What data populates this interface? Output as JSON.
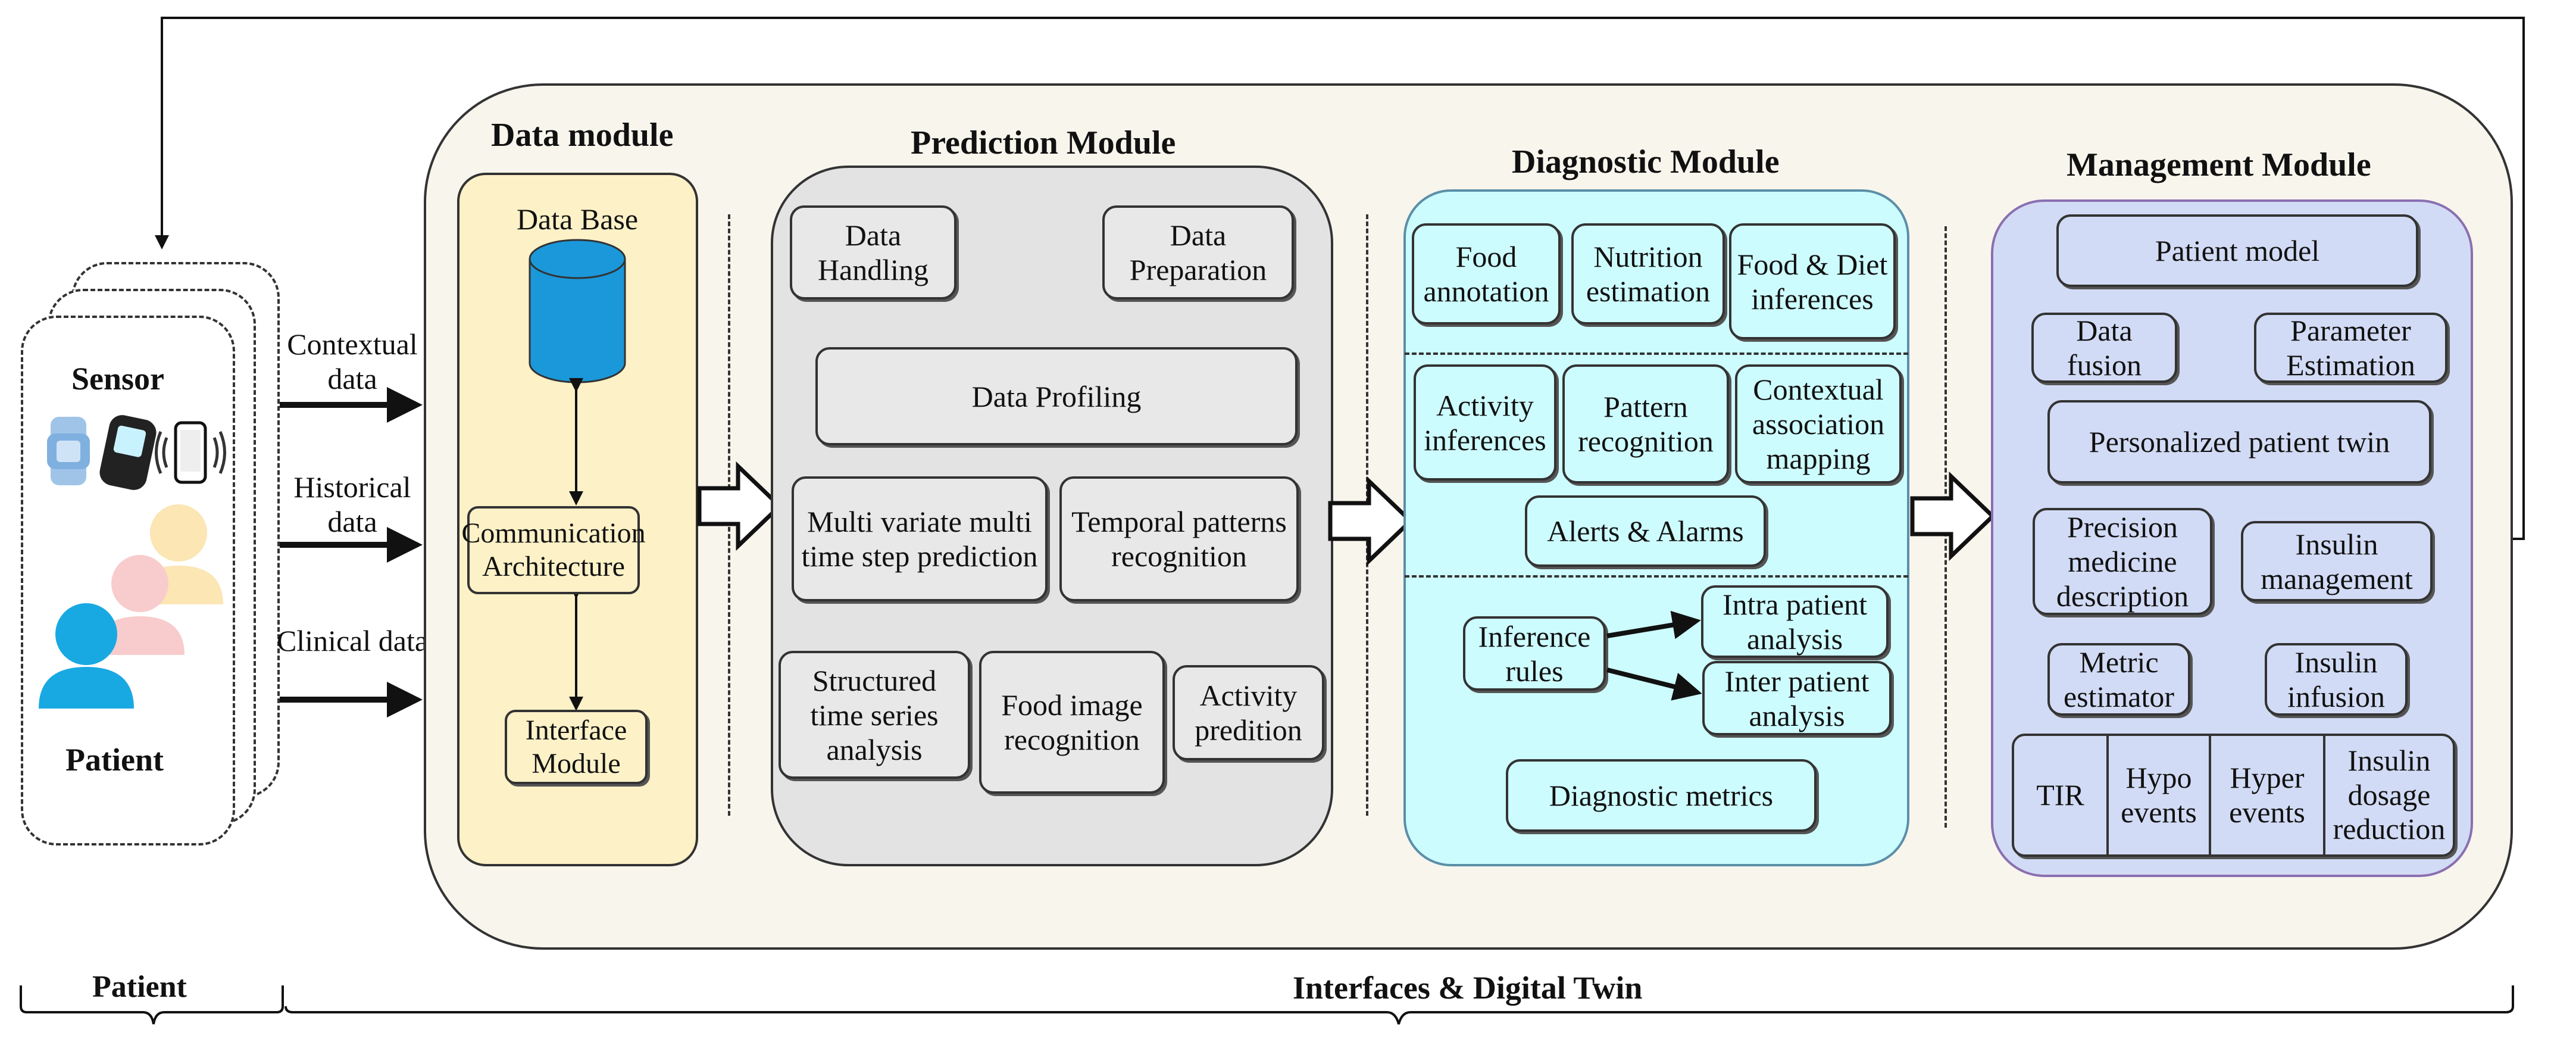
{
  "patient_panel": {
    "sensor_label": "Sensor",
    "patient_label": "Patient"
  },
  "inputs": [
    {
      "label": "Contextual data"
    },
    {
      "label": "Historical data"
    },
    {
      "label": "Clinical data"
    }
  ],
  "data_module": {
    "title": "Data module",
    "database": "Data Base",
    "communication": "Communication Architecture",
    "interface": "Interface Module"
  },
  "prediction_module": {
    "title": "Prediction Module",
    "data_handling": "Data Handling",
    "data_preparation": "Data Preparation",
    "data_profiling": "Data Profiling",
    "multivariate": "Multi variate multi time step prediction",
    "temporal": "Temporal patterns recognition",
    "structured": "Structured time series analysis",
    "food_image": "Food image recognition",
    "activity": "Activity predition"
  },
  "diagnostic_module": {
    "title": "Diagnostic Module",
    "food_annotation": "Food annotation",
    "nutrition": "Nutrition estimation",
    "food_diet": "Food & Diet inferences",
    "activity_inferences": "Activity inferences",
    "pattern": "Pattern recognition",
    "contextual": "Contextual association mapping",
    "alerts": "Alerts & Alarms",
    "inference_rules": "Inference rules",
    "intra": "Intra patient analysis",
    "inter": "Inter patient analysis",
    "metrics": "Diagnostic metrics"
  },
  "management_module": {
    "title": "Management Module",
    "patient_model": "Patient model",
    "data_fusion": "Data fusion",
    "parameter": "Parameter Estimation",
    "twin": "Personalized patient twin",
    "precision": "Precision medicine description",
    "insulin_mgmt": "Insulin management",
    "metric": "Metric estimator",
    "insulin_inf": "Insulin infusion",
    "tir": "TIR",
    "hypo": "Hypo events",
    "hyper": "Hyper events",
    "dosage": "Insulin dosage reduction"
  },
  "footer": {
    "patient": "Patient",
    "interfaces": "Interfaces & Digital Twin"
  },
  "colors": {
    "outer_panel": "#f8f5ed",
    "data_module": "#fdf1c7",
    "prediction": "#e3e3e3",
    "diagnostic": "#cdfcff",
    "management": "#d2dbf5",
    "database": "#1a98da",
    "people": [
      "#fbe6b4",
      "#f8cccc",
      "#19a9e2"
    ]
  }
}
